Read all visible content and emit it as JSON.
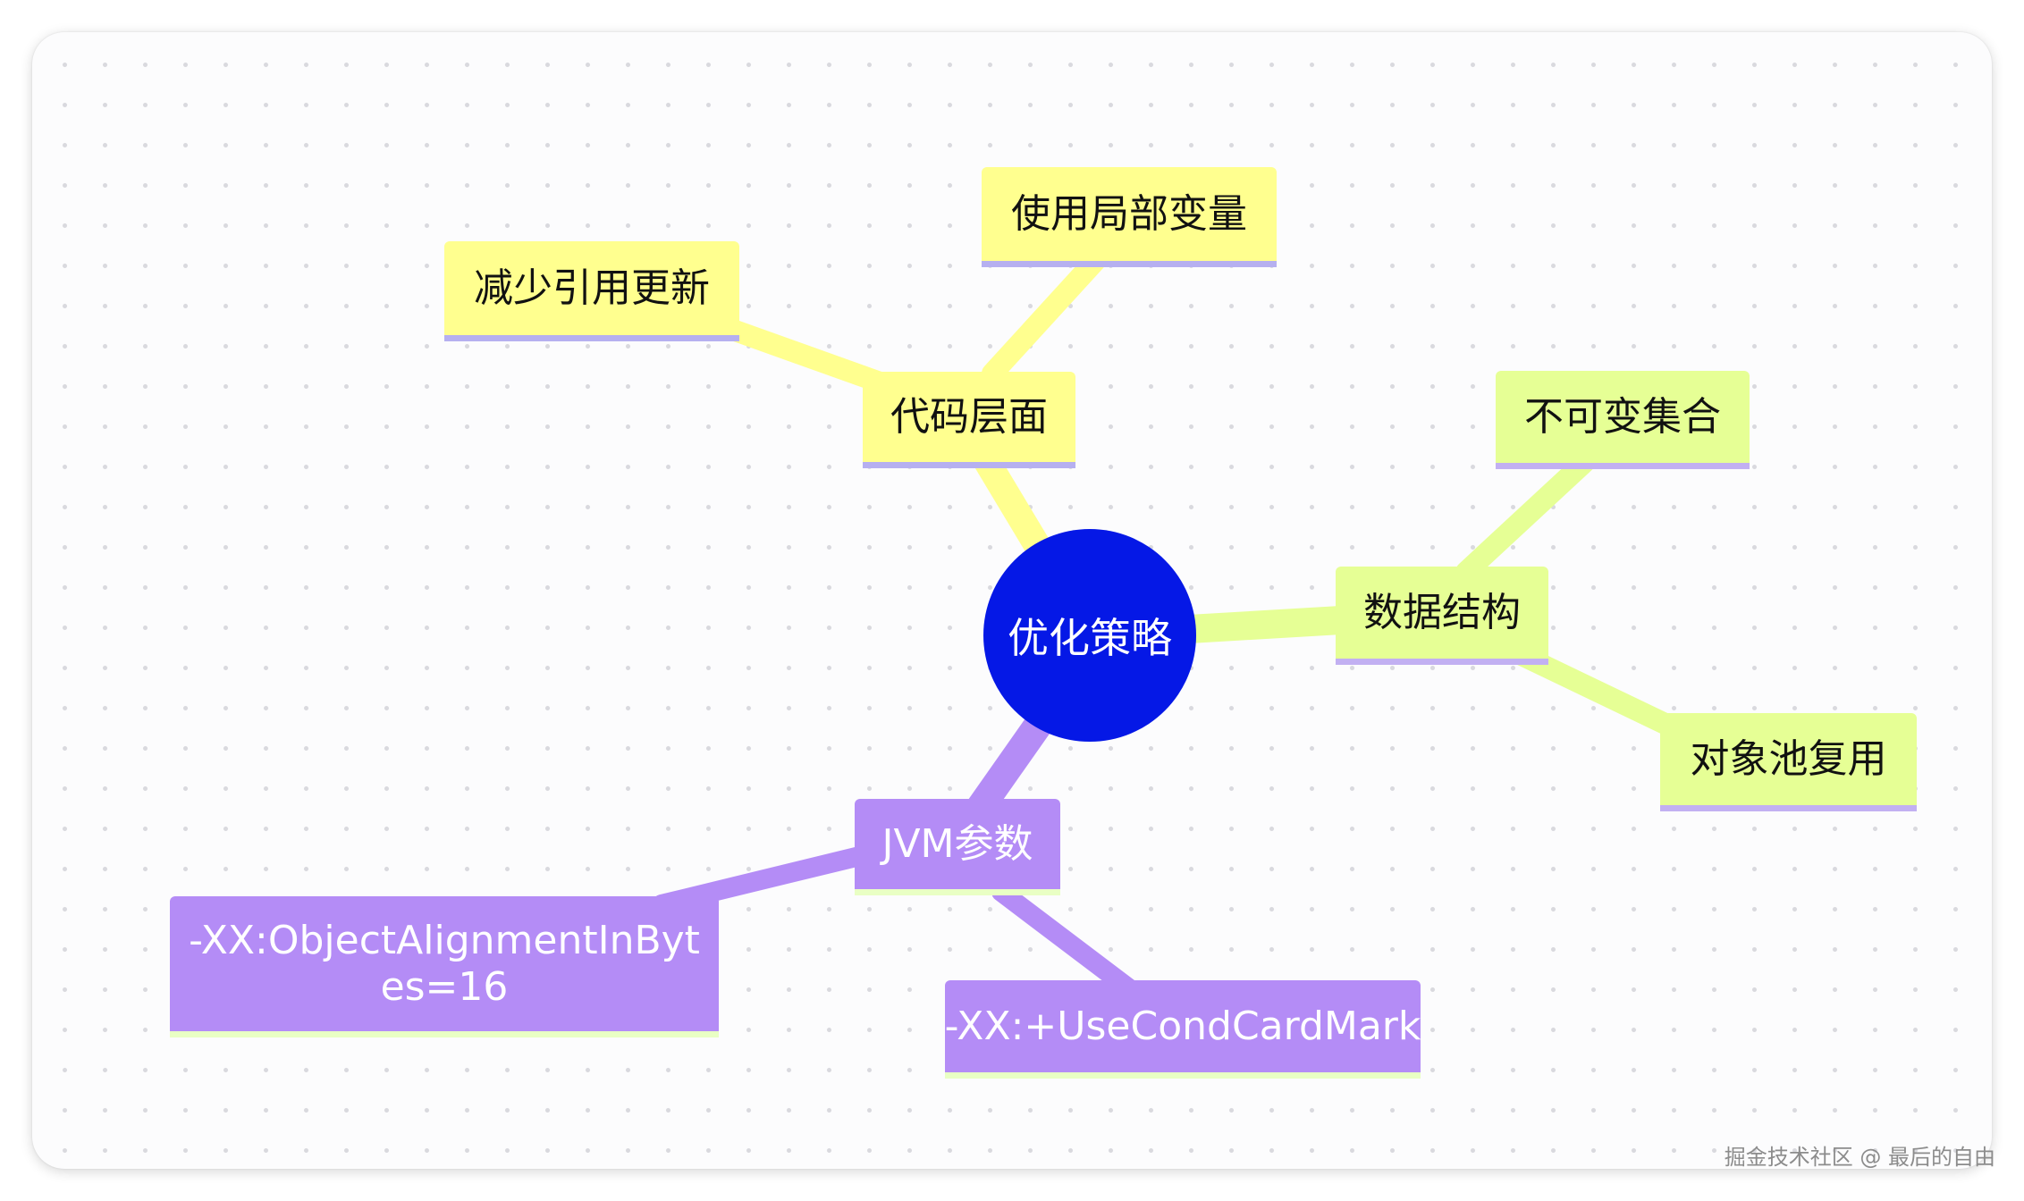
{
  "mindmap": {
    "root": "优化策略",
    "branches": [
      {
        "label": "代码层面",
        "color": "#ffff8f",
        "children": [
          "减少引用更新",
          "使用局部变量"
        ]
      },
      {
        "label": "数据结构",
        "color": "#e6ff95",
        "children": [
          "不可变集合",
          "对象池复用"
        ]
      },
      {
        "label": "JVM参数",
        "color": "#b48cf6",
        "children": [
          "-XX:ObjectAlignmentInBytes=16",
          "-XX:+UseCondCardMark"
        ]
      }
    ]
  },
  "colors": {
    "root": "#0518e6",
    "edge_yellow": "#ffff8f",
    "edge_lime": "#e6ff95",
    "edge_purple": "#b48cf6"
  },
  "watermark": "掘金技术社区 @ 最后的自由"
}
